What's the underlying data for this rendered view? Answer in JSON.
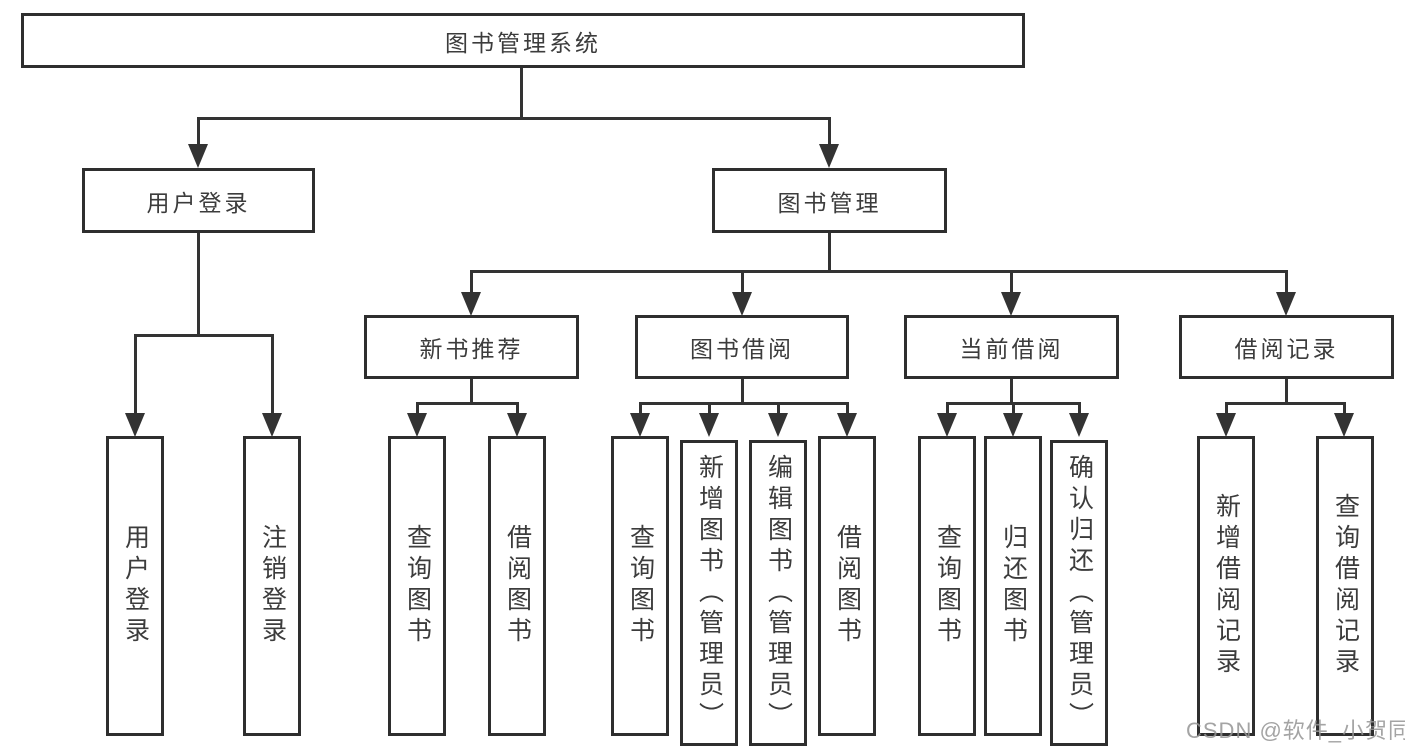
{
  "title": "图书管理系统",
  "branches": {
    "user": {
      "label": "用户登录",
      "children": [
        "用户登录",
        "注销登录"
      ]
    },
    "book": {
      "label": "图书管理",
      "groups": [
        {
          "label": "新书推荐",
          "children": [
            "查询图书",
            "借阅图书"
          ]
        },
        {
          "label": "图书借阅",
          "children": [
            "查询图书",
            "新增图书（管理员）",
            "编辑图书（管理员）",
            "借阅图书"
          ]
        },
        {
          "label": "当前借阅",
          "children": [
            "查询图书",
            "归还图书",
            "确认归还（管理员）"
          ]
        },
        {
          "label": "借阅记录",
          "children": [
            "新增借阅记录",
            "查询借阅记录"
          ]
        }
      ]
    }
  },
  "watermark": "CSDN @软件_小贺同学",
  "colors": {
    "line": "#333333",
    "border": "#2e2e2e",
    "text": "#3c3c3c",
    "watermark": "#949494"
  }
}
